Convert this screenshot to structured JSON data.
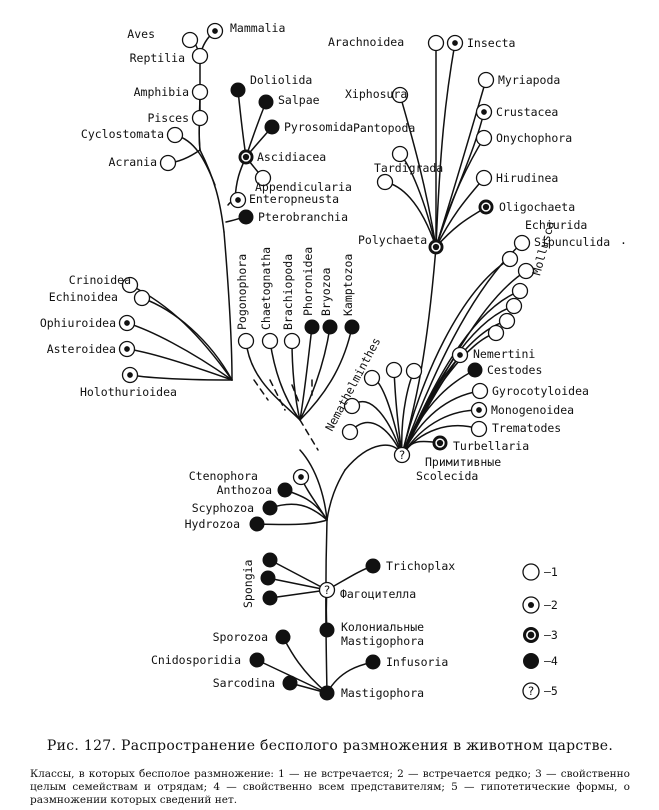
{
  "diagram": {
    "leaves": {
      "aves": {
        "label": "Aves",
        "mark": 1
      },
      "mammalia": {
        "label": "Mammalia",
        "mark": 2
      },
      "reptilia": {
        "label": "Reptilia",
        "mark": 1
      },
      "amphibia": {
        "label": "Amphibia",
        "mark": 1
      },
      "pisces": {
        "label": "Pisces",
        "mark": 1
      },
      "cyclostomata": {
        "label": "Cyclostomata",
        "mark": 1
      },
      "acrania": {
        "label": "Acrania",
        "mark": 1
      },
      "doliolida": {
        "label": "Doliolida",
        "mark": 4
      },
      "salpae": {
        "label": "Salpae",
        "mark": 4
      },
      "pyrosomida": {
        "label": "Pyrosomida",
        "mark": 4
      },
      "ascidiacea": {
        "label": "Ascidiacea",
        "mark": 3
      },
      "appendicularia": {
        "label": "Appendicularia",
        "mark": 1
      },
      "enteropneusta": {
        "label": "Enteropneusta",
        "mark": 2
      },
      "pterobranchia": {
        "label": "Pterobranchia",
        "mark": 4
      },
      "crinoidea": {
        "label": "Crinoidea",
        "mark": 1
      },
      "echinoidea": {
        "label": "Echinoidea",
        "mark": 1
      },
      "ophiuroidea": {
        "label": "Ophiuroidea",
        "mark": 2
      },
      "asteroidea": {
        "label": "Asteroidea",
        "mark": 2
      },
      "holothurioidea": {
        "label": "Holothurioidea",
        "mark": 2
      },
      "pogonophora": {
        "label": "Pogonophora",
        "mark": 1
      },
      "chaetognatha": {
        "label": "Chaetognatha",
        "mark": 1
      },
      "brachiopoda": {
        "label": "Brachiopoda",
        "mark": 1
      },
      "phoronidea": {
        "label": "Phoronidea",
        "mark": 4
      },
      "bryozoa": {
        "label": "Bryozoa",
        "mark": 4
      },
      "kamptozoa": {
        "label": "Kamptozoa",
        "mark": 4
      },
      "arachnoidea": {
        "label": "Arachnoidea",
        "mark": 1
      },
      "insecta": {
        "label": "Insecta",
        "mark": 2
      },
      "myriapoda": {
        "label": "Myriapoda",
        "mark": 1
      },
      "xiphosura": {
        "label": "Xiphosura",
        "mark": 1
      },
      "crustacea": {
        "label": "Crustacea",
        "mark": 2
      },
      "onychophora": {
        "label": "Onychophora",
        "mark": 1
      },
      "pantopoda": {
        "label": "Pantopoda",
        "mark": 1
      },
      "tardigrada": {
        "label": "Tardigrada",
        "mark": 1
      },
      "hirudinea": {
        "label": "Hirudinea",
        "mark": 1
      },
      "oligochaeta": {
        "label": "Oligochaeta",
        "mark": 3
      },
      "polychaeta": {
        "label": "Polychaeta",
        "mark": 3
      },
      "echiurida": {
        "label": "Echiurida",
        "mark": 1
      },
      "sipunculida": {
        "label": "Sipunculida",
        "mark": 1
      },
      "mollusca": {
        "label": "Mollusca",
        "mark": 1
      },
      "nemertini": {
        "label": "Nemertini",
        "mark": 2
      },
      "cestodes": {
        "label": "Cestodes",
        "mark": 4
      },
      "nemathelminthes": {
        "label": "Nemathelminthes",
        "mark": 1
      },
      "gyrocotyloidea": {
        "label": "Gyrocotyloidea",
        "mark": 1
      },
      "monogenoidea": {
        "label": "Monogenoidea",
        "mark": 2
      },
      "trematodes": {
        "label": "Trematodes",
        "mark": 1
      },
      "turbellaria": {
        "label": "Turbellaria",
        "mark": 3
      },
      "primitive_scolecida": {
        "label_line1": "Примитивные",
        "label_line2": "Scolecida",
        "mark": 5
      },
      "ctenophora": {
        "label": "Ctenophora",
        "mark": 2
      },
      "anthozoa": {
        "label": "Anthozoa",
        "mark": 4
      },
      "scyphozoa": {
        "label": "Scyphozoa",
        "mark": 4
      },
      "hydrozoa": {
        "label": "Hydrozoa",
        "mark": 4
      },
      "spongia": {
        "label": "Spongia",
        "mark": 4
      },
      "trichoplax": {
        "label": "Trichoplax",
        "mark": 4
      },
      "phagocytella": {
        "label": "Фагоцителла",
        "mark": 5
      },
      "colonial_mastigophora": {
        "label_line1": "Колониальные",
        "label_line2": "Mastigophora",
        "mark": 4
      },
      "sporozoa": {
        "label": "Sporozoa",
        "mark": 4
      },
      "cnidosporidia": {
        "label": "Cnidosporidia",
        "mark": 4
      },
      "infusoria": {
        "label": "Infusoria",
        "mark": 4
      },
      "sarcodina": {
        "label": "Sarcodina",
        "mark": 4
      },
      "mastigophora": {
        "label": "Mastigophora",
        "mark": 4
      }
    },
    "legend": [
      {
        "mark": 1,
        "label": "–1"
      },
      {
        "mark": 2,
        "label": "–2"
      },
      {
        "mark": 3,
        "label": "–3"
      },
      {
        "mark": 4,
        "label": "–4"
      },
      {
        "mark": 5,
        "label": "–5"
      }
    ],
    "unknown_glyph": "?",
    "stray_mark": "·"
  },
  "caption": {
    "title": "Рис. 127. Распространение бесполого размножения в животном царстве.",
    "text": "Классы, в которых бесполое размножение: 1 — не встречается; 2 — встречается редко; 3 — свойственно целым семействам и отрядам; 4 — свойственно всем представителям; 5 — гипотетические формы, о размножении которых сведений нет."
  }
}
